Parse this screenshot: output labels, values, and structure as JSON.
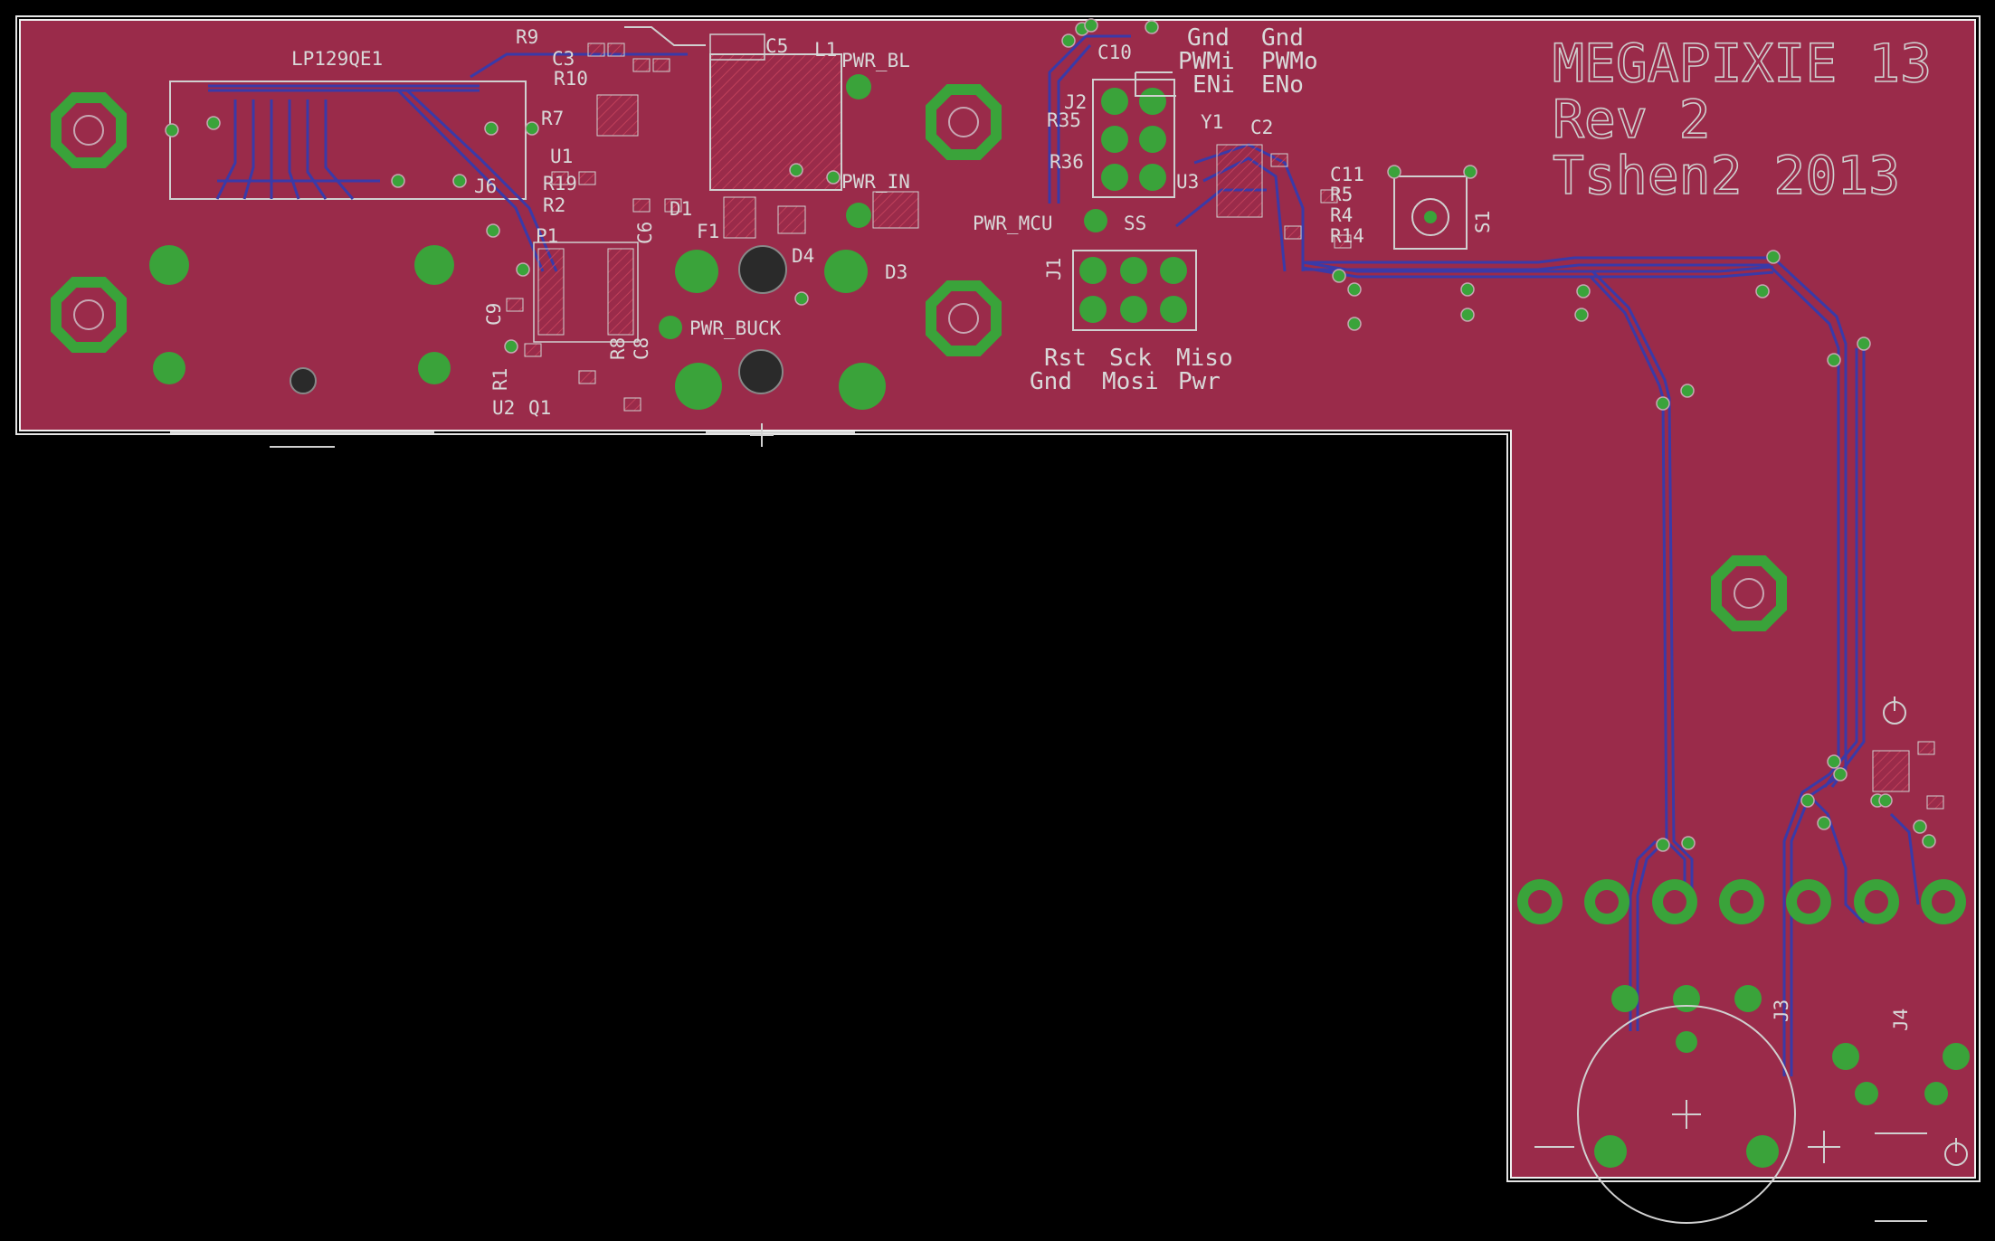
{
  "board": {
    "title": "MEGAPIXIE 13",
    "revision": "Rev 2",
    "author": "Tshen2 2013",
    "colors": {
      "background": "#000000",
      "copper_pour": "#9a2b4a",
      "outline": "#e6e6e6",
      "pad_ring": "#3aa33a",
      "pad_drill": "#c7a7b3",
      "trace": "#3a3aa8",
      "silkscreen": "#d9d9d9"
    }
  },
  "labels": {
    "lp129qe1": "LP129QE1",
    "j6": "J6",
    "c5": "C5",
    "l1": "L1",
    "pwr_bl": "PWR_BL",
    "pwr_in": "PWR_IN",
    "pwr_mcu": "PWR_MCU",
    "pwr_buck": "PWR_BUCK",
    "r9": "R9",
    "c3": "C3",
    "r10": "R10",
    "r7": "R7",
    "u1": "U1",
    "r19": "R19",
    "r2x": "R2",
    "p1": "P1",
    "c6": "C6",
    "d1": "D1",
    "f1": "F1",
    "d4": "D4",
    "d3": "D3",
    "c9": "C9",
    "r1": "R1",
    "u2": "U2",
    "q1": "Q1",
    "r8": "R8",
    "c8": "C8",
    "c10": "C10",
    "j2": "J2",
    "r35": "R35",
    "r36": "R36",
    "j1": "J1",
    "ss": "SS",
    "u3": "U3",
    "y1": "Y1",
    "c2": "C2",
    "c11": "C11",
    "r5": "R5",
    "r4": "R4",
    "r14": "R14",
    "s1": "S1",
    "j3": "J3",
    "j4": "J4",
    "gnd1": "Gnd",
    "gnd2": "Gnd",
    "pwmi": "PWMi",
    "pwmo": "PWMo",
    "eni": "ENi",
    "eno": "ENo",
    "rst": "Rst",
    "sck": "Sck",
    "miso": "Miso",
    "gnd3": "Gnd",
    "mosi": "Mosi",
    "pwr": "Pwr"
  }
}
